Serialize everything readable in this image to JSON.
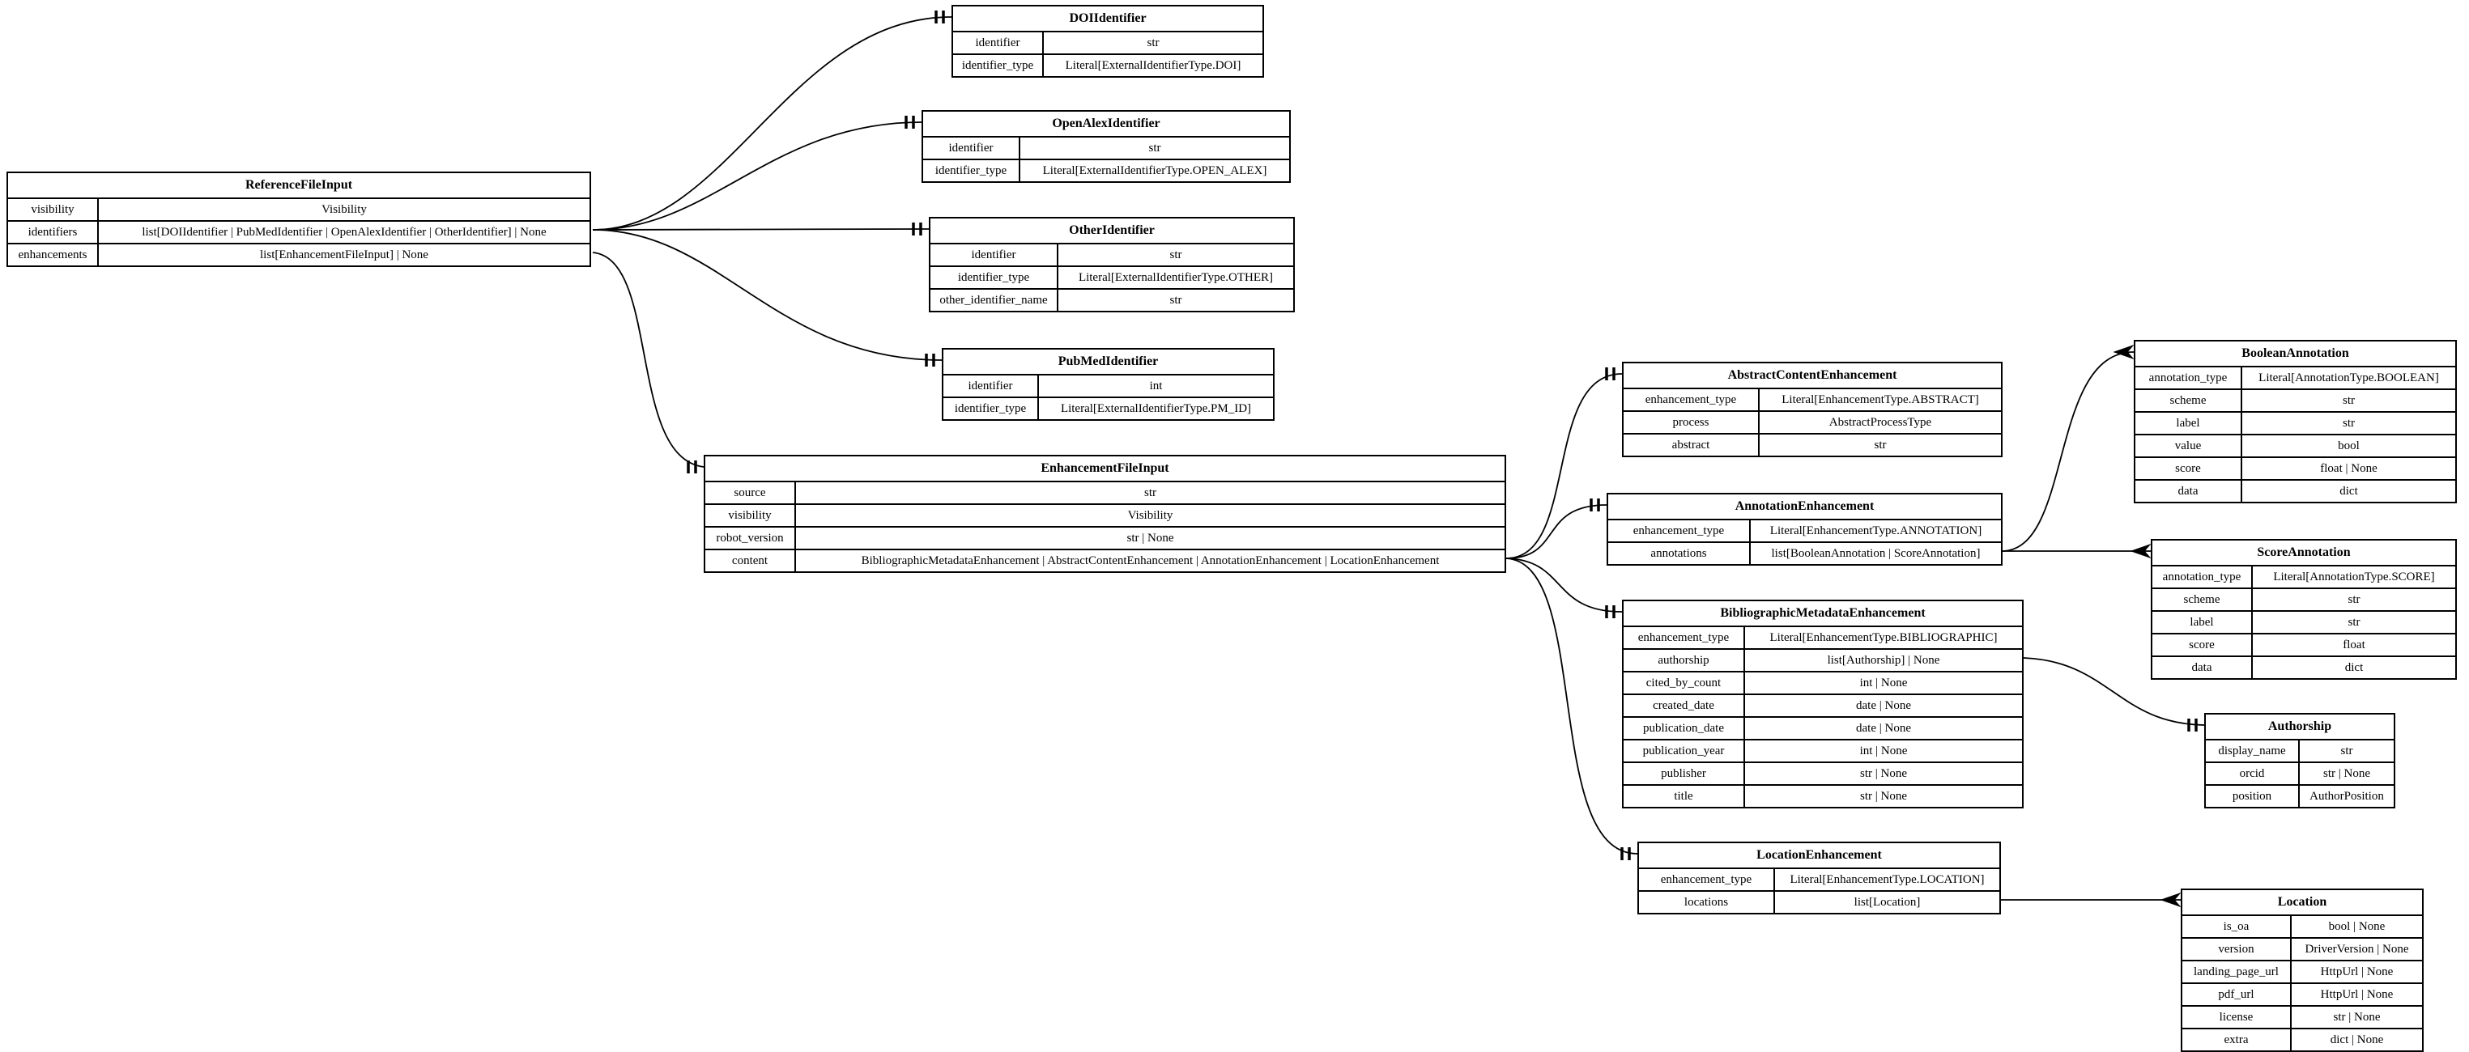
{
  "diagram": {
    "tables": [
      {
        "id": "reference_file_input",
        "title": "ReferenceFileInput",
        "rows": [
          {
            "field": "visibility",
            "type": "Visibility"
          },
          {
            "field": "identifiers",
            "type": "list[DOIIdentifier | PubMedIdentifier | OpenAlexIdentifier | OtherIdentifier] | None"
          },
          {
            "field": "enhancements",
            "type": "list[EnhancementFileInput] | None"
          }
        ]
      },
      {
        "id": "doi_identifier",
        "title": "DOIIdentifier",
        "rows": [
          {
            "field": "identifier",
            "type": "str"
          },
          {
            "field": "identifier_type",
            "type": "Literal[ExternalIdentifierType.DOI]"
          }
        ]
      },
      {
        "id": "open_alex_identifier",
        "title": "OpenAlexIdentifier",
        "rows": [
          {
            "field": "identifier",
            "type": "str"
          },
          {
            "field": "identifier_type",
            "type": "Literal[ExternalIdentifierType.OPEN_ALEX]"
          }
        ]
      },
      {
        "id": "other_identifier",
        "title": "OtherIdentifier",
        "rows": [
          {
            "field": "identifier",
            "type": "str"
          },
          {
            "field": "identifier_type",
            "type": "Literal[ExternalIdentifierType.OTHER]"
          },
          {
            "field": "other_identifier_name",
            "type": "str"
          }
        ]
      },
      {
        "id": "pub_med_identifier",
        "title": "PubMedIdentifier",
        "rows": [
          {
            "field": "identifier",
            "type": "int"
          },
          {
            "field": "identifier_type",
            "type": "Literal[ExternalIdentifierType.PM_ID]"
          }
        ]
      },
      {
        "id": "enhancement_file_input",
        "title": "EnhancementFileInput",
        "rows": [
          {
            "field": "source",
            "type": "str"
          },
          {
            "field": "visibility",
            "type": "Visibility"
          },
          {
            "field": "robot_version",
            "type": "str | None"
          },
          {
            "field": "content",
            "type": "BibliographicMetadataEnhancement | AbstractContentEnhancement | AnnotationEnhancement | LocationEnhancement"
          }
        ]
      },
      {
        "id": "abstract_content_enhancement",
        "title": "AbstractContentEnhancement",
        "rows": [
          {
            "field": "enhancement_type",
            "type": "Literal[EnhancementType.ABSTRACT]"
          },
          {
            "field": "process",
            "type": "AbstractProcessType"
          },
          {
            "field": "abstract",
            "type": "str"
          }
        ]
      },
      {
        "id": "annotation_enhancement",
        "title": "AnnotationEnhancement",
        "rows": [
          {
            "field": "enhancement_type",
            "type": "Literal[EnhancementType.ANNOTATION]"
          },
          {
            "field": "annotations",
            "type": "list[BooleanAnnotation | ScoreAnnotation]"
          }
        ]
      },
      {
        "id": "bibliographic_metadata_enhancement",
        "title": "BibliographicMetadataEnhancement",
        "rows": [
          {
            "field": "enhancement_type",
            "type": "Literal[EnhancementType.BIBLIOGRAPHIC]"
          },
          {
            "field": "authorship",
            "type": "list[Authorship] | None"
          },
          {
            "field": "cited_by_count",
            "type": "int | None"
          },
          {
            "field": "created_date",
            "type": "date | None"
          },
          {
            "field": "publication_date",
            "type": "date | None"
          },
          {
            "field": "publication_year",
            "type": "int | None"
          },
          {
            "field": "publisher",
            "type": "str | None"
          },
          {
            "field": "title",
            "type": "str | None"
          }
        ]
      },
      {
        "id": "location_enhancement",
        "title": "LocationEnhancement",
        "rows": [
          {
            "field": "enhancement_type",
            "type": "Literal[EnhancementType.LOCATION]"
          },
          {
            "field": "locations",
            "type": "list[Location]"
          }
        ]
      },
      {
        "id": "boolean_annotation",
        "title": "BooleanAnnotation",
        "rows": [
          {
            "field": "annotation_type",
            "type": "Literal[AnnotationType.BOOLEAN]"
          },
          {
            "field": "scheme",
            "type": "str"
          },
          {
            "field": "label",
            "type": "str"
          },
          {
            "field": "value",
            "type": "bool"
          },
          {
            "field": "score",
            "type": "float | None"
          },
          {
            "field": "data",
            "type": "dict"
          }
        ]
      },
      {
        "id": "score_annotation",
        "title": "ScoreAnnotation",
        "rows": [
          {
            "field": "annotation_type",
            "type": "Literal[AnnotationType.SCORE]"
          },
          {
            "field": "scheme",
            "type": "str"
          },
          {
            "field": "label",
            "type": "str"
          },
          {
            "field": "score",
            "type": "float"
          },
          {
            "field": "data",
            "type": "dict"
          }
        ]
      },
      {
        "id": "authorship",
        "title": "Authorship",
        "rows": [
          {
            "field": "display_name",
            "type": "str"
          },
          {
            "field": "orcid",
            "type": "str | None"
          },
          {
            "field": "position",
            "type": "AuthorPosition"
          }
        ]
      },
      {
        "id": "location",
        "title": "Location",
        "rows": [
          {
            "field": "is_oa",
            "type": "bool | None"
          },
          {
            "field": "version",
            "type": "DriverVersion | None"
          },
          {
            "field": "landing_page_url",
            "type": "HttpUrl | None"
          },
          {
            "field": "pdf_url",
            "type": "HttpUrl | None"
          },
          {
            "field": "license",
            "type": "str | None"
          },
          {
            "field": "extra",
            "type": "dict | None"
          }
        ]
      }
    ],
    "relationships": [
      {
        "from": "ReferenceFileInput.identifiers",
        "to": "DOIIdentifier",
        "cardinality": "one"
      },
      {
        "from": "ReferenceFileInput.identifiers",
        "to": "OpenAlexIdentifier",
        "cardinality": "one"
      },
      {
        "from": "ReferenceFileInput.identifiers",
        "to": "OtherIdentifier",
        "cardinality": "one"
      },
      {
        "from": "ReferenceFileInput.identifiers",
        "to": "PubMedIdentifier",
        "cardinality": "one"
      },
      {
        "from": "ReferenceFileInput.enhancements",
        "to": "EnhancementFileInput",
        "cardinality": "one"
      },
      {
        "from": "EnhancementFileInput.content",
        "to": "AbstractContentEnhancement",
        "cardinality": "one"
      },
      {
        "from": "EnhancementFileInput.content",
        "to": "AnnotationEnhancement",
        "cardinality": "one"
      },
      {
        "from": "EnhancementFileInput.content",
        "to": "BibliographicMetadataEnhancement",
        "cardinality": "one"
      },
      {
        "from": "EnhancementFileInput.content",
        "to": "LocationEnhancement",
        "cardinality": "one"
      },
      {
        "from": "AnnotationEnhancement.annotations",
        "to": "BooleanAnnotation",
        "cardinality": "many"
      },
      {
        "from": "AnnotationEnhancement.annotations",
        "to": "ScoreAnnotation",
        "cardinality": "many"
      },
      {
        "from": "BibliographicMetadataEnhancement.authorship",
        "to": "Authorship",
        "cardinality": "one"
      },
      {
        "from": "LocationEnhancement.locations",
        "to": "Location",
        "cardinality": "many"
      }
    ]
  }
}
